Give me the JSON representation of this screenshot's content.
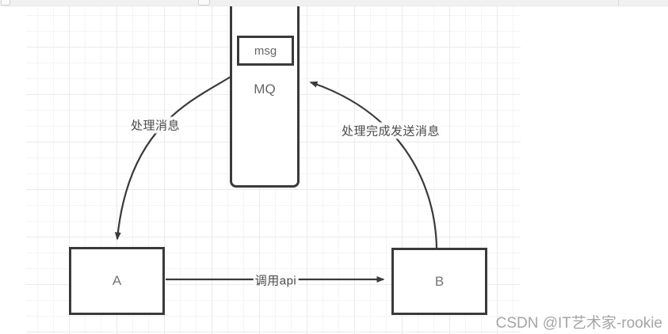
{
  "diagram": {
    "nodes": {
      "mq": {
        "label": "MQ"
      },
      "msg": {
        "label": "msg"
      },
      "a": {
        "label": "A"
      },
      "b": {
        "label": "B"
      }
    },
    "edges": {
      "mq_to_a": {
        "label": "处理消息",
        "from": "MQ",
        "to": "A"
      },
      "b_to_mq": {
        "label": "处理完成发送消息",
        "from": "B",
        "to": "MQ"
      },
      "a_to_b": {
        "label": "调用api",
        "from": "A",
        "to": "B"
      }
    }
  },
  "watermark": {
    "text": "CSDN @IT艺术家-rookie"
  },
  "colors": {
    "shape_border": "#3a3a3a",
    "edge_stroke": "#3a3a3a",
    "node_text": "#757575",
    "edge_label_text": "#4a4a4a",
    "grid_minor": "#f6f4f4",
    "grid_major": "#eceaea",
    "watermark_text": "#a5a5a5"
  }
}
